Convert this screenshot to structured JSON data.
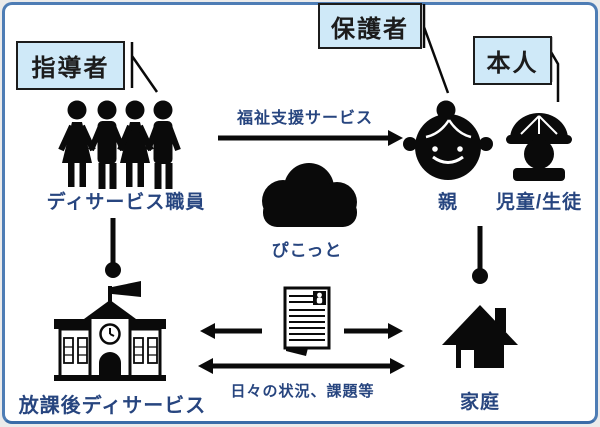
{
  "diagram": {
    "callout_labels": {
      "instructor": "指導者",
      "guardian": "保護者",
      "person": "本人"
    },
    "nodes": {
      "staff": {
        "label": "ディサービス職員",
        "icon": "people-group-icon"
      },
      "cloud": {
        "label": "ぴこっと",
        "icon": "cloud-icon"
      },
      "parent": {
        "label": "親",
        "icon": "mother-face-icon"
      },
      "child": {
        "label": "児童/生徒",
        "icon": "schoolboy-cap-icon"
      },
      "school": {
        "label": "放課後ディサービス",
        "icon": "school-building-icon"
      },
      "home": {
        "label": "家庭",
        "icon": "house-icon"
      },
      "document": {
        "icon": "report-document-icon"
      }
    },
    "edges": {
      "welfare": {
        "label": "福祉支援サービス",
        "from": "staff",
        "to": "parent",
        "bidirectional": false
      },
      "daily": {
        "label": "日々の状況、課題等",
        "from": "school",
        "to": "home",
        "bidirectional": true
      }
    },
    "colors": {
      "text": "#27457f",
      "callout_fill": "#cfe9f8",
      "callout_border": "#1c1c1c",
      "frame_border": "#4e7db5",
      "icon": "#0a0a0a",
      "background": "#ffffff"
    }
  }
}
